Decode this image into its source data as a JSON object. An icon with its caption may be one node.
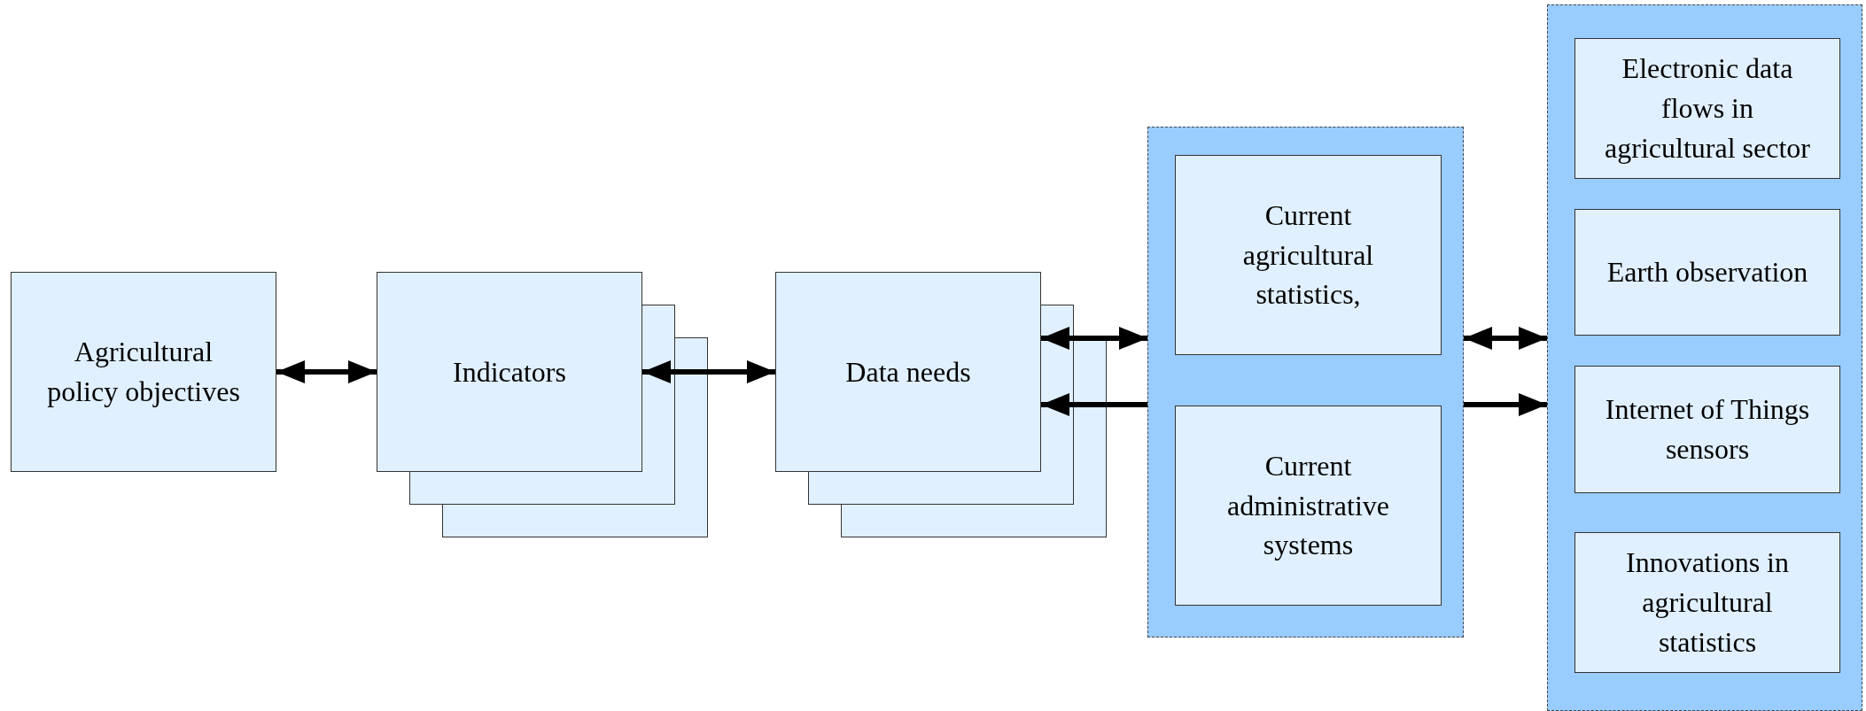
{
  "diagram": {
    "nodes": [
      {
        "text": [
          "Agricultural policy objectives"
        ]
      },
      {
        "text": [
          "Indicators"
        ]
      },
      {
        "text": [
          "Data needs"
        ]
      },
      {
        "text": [],
        "shape": "box"
      },
      {
        "text": [
          "Current agricultural statistics,"
        ],
        "in": 3
      },
      {
        "text": [
          "Current administrative systems"
        ],
        "in": 3
      },
      {
        "text": [],
        "shape": "box"
      },
      {
        "text": [
          "Electronic data flows in agricultural sector"
        ],
        "in": 6
      },
      {
        "text": [
          "Earth observation"
        ],
        "in": 6
      },
      {
        "text": [
          "Internet of Things sensors"
        ],
        "in": 6
      },
      {
        "text": [
          "Innovations in agricultural statistics"
        ],
        "in": 6
      }
    ],
    "edges": [
      {
        "from": 0,
        "to": 1,
        "arrow": "both"
      },
      {
        "from": 1,
        "to": 2,
        "arrow": "both"
      },
      {
        "from": 2,
        "to": 3,
        "arrow": "both"
      },
      {
        "from": 3,
        "to": 2,
        "arrow": "to"
      },
      {
        "from": 3,
        "to": 6,
        "arrow": "both"
      },
      {
        "from": 3,
        "to": 6,
        "arrow": "to"
      }
    ]
  }
}
